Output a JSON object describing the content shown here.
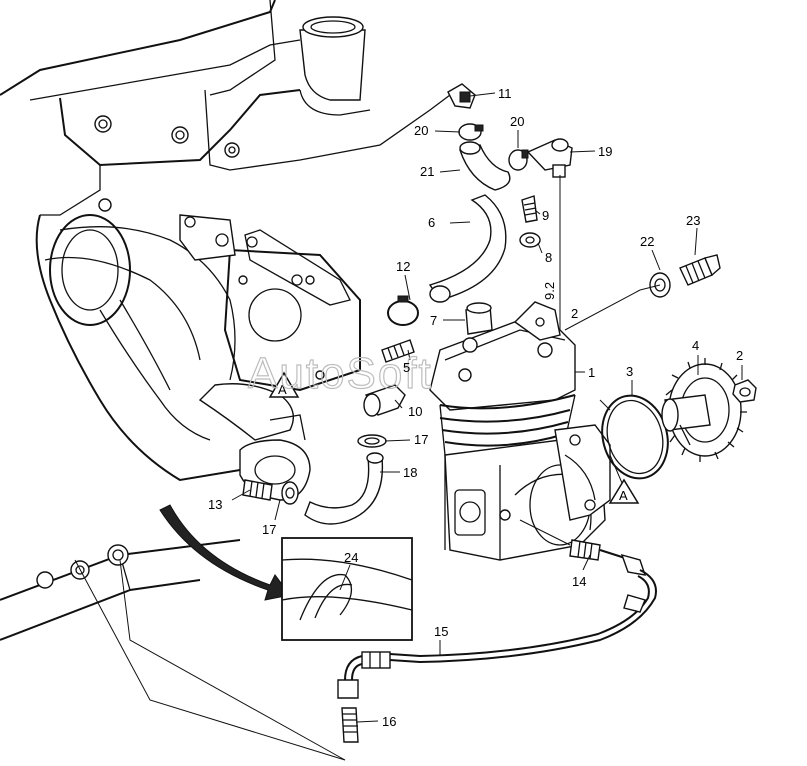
{
  "watermark": "AutoSoft",
  "callout_letter": "A",
  "labels": {
    "p1": "1",
    "p2a": "2",
    "p2b": "2",
    "p3": "3",
    "p4": "4",
    "p5": "5",
    "p6": "6",
    "p7": "7",
    "p8": "8",
    "p9": "9",
    "p92": "9.2",
    "p10": "10",
    "p11": "11",
    "p12": "12",
    "p13": "13",
    "p14": "14",
    "p15": "15",
    "p16": "16",
    "p17a": "17",
    "p17b": "17",
    "p18": "18",
    "p19": "19",
    "p20a": "20",
    "p20b": "20",
    "p21": "21",
    "p22": "22",
    "p23": "23",
    "p24": "24"
  },
  "colors": {
    "line": "#111111",
    "background": "#ffffff",
    "watermark": "#bdbdbd"
  }
}
